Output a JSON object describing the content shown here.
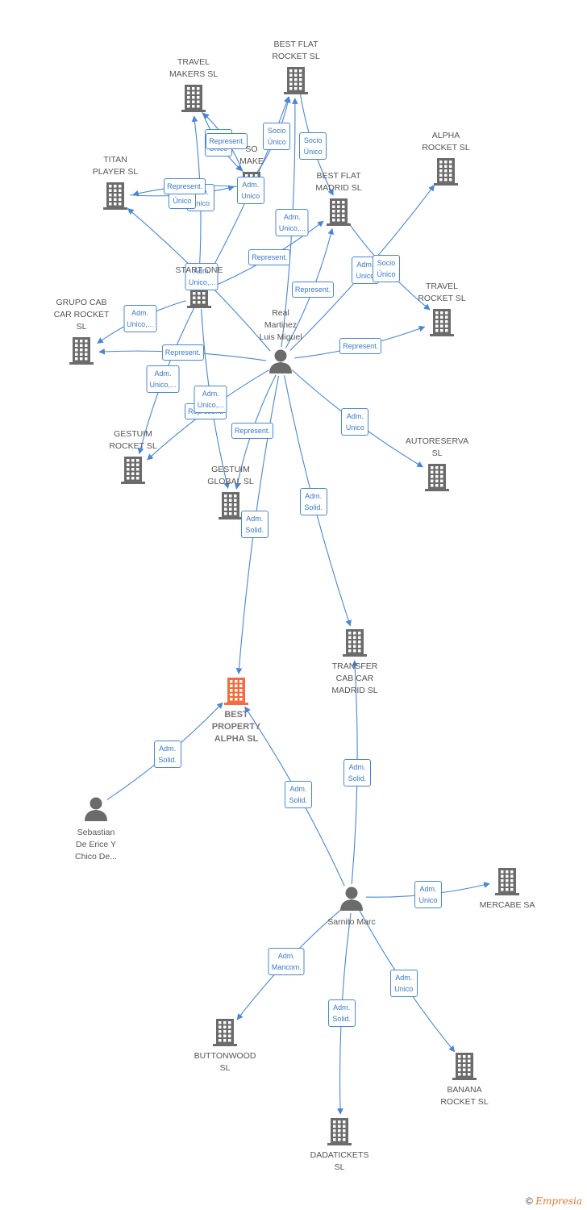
{
  "diagram": {
    "nodes": [
      {
        "id": "travel_makers",
        "type": "company",
        "label": "TRAVEL\nMAKERS SL"
      },
      {
        "id": "best_flat_rocket",
        "type": "company",
        "label": "BEST FLAT\nROCKET  SL"
      },
      {
        "id": "alpha_rocket",
        "type": "company",
        "label": "ALPHA\nROCKET  SL"
      },
      {
        "id": "titan_player",
        "type": "company",
        "label": "TITAN\nPLAYER  SL"
      },
      {
        "id": "so_make",
        "type": "company",
        "label": "SO\nMAKE"
      },
      {
        "id": "best_flat_madrid",
        "type": "company",
        "label": "BEST FLAT\nMADRID  SL"
      },
      {
        "id": "start_one",
        "type": "company",
        "label": "START ONE"
      },
      {
        "id": "travel_rocket",
        "type": "company",
        "label": "TRAVEL\nROCKET  SL"
      },
      {
        "id": "grupo_cab",
        "type": "company",
        "label": "GRUPO CAB\nCAR ROCKET\nSL"
      },
      {
        "id": "real_martinez",
        "type": "person",
        "label": "Real\nMartinez\nLuis Miguel"
      },
      {
        "id": "autoreserva",
        "type": "company",
        "label": "AUTORESERVA\nSL"
      },
      {
        "id": "gestuim_rocket",
        "type": "company",
        "label": "GESTUIM\nROCKET  SL"
      },
      {
        "id": "gestuim_global",
        "type": "company",
        "label": "GESTUIM\nGLOBAL  SL"
      },
      {
        "id": "transfer_cab",
        "type": "company",
        "label": "TRANSFER\nCAB CAR\nMADRID  SL"
      },
      {
        "id": "best_property",
        "type": "company",
        "label": "BEST\nPROPERTY\nALPHA  SL",
        "focus": true
      },
      {
        "id": "sebastian",
        "type": "person",
        "label": "Sebastian\nDe Erice Y\nChico De..."
      },
      {
        "id": "sarnito",
        "type": "person",
        "label": "Sarnito Marc"
      },
      {
        "id": "mercabe",
        "type": "company",
        "label": "MERCABE SA"
      },
      {
        "id": "buttonwood",
        "type": "company",
        "label": "BUTTONWOOD\nSL"
      },
      {
        "id": "banana_rocket",
        "type": "company",
        "label": "BANANA\nROCKET  SL"
      },
      {
        "id": "dadatickets",
        "type": "company",
        "label": "DADATICKETS\nSL"
      }
    ],
    "edges": [
      {
        "from": "real_martinez",
        "to": "best_property",
        "label": "Adm.\nSolid."
      },
      {
        "from": "real_martinez",
        "to": "transfer_cab",
        "label": "Adm.\nSolid."
      },
      {
        "from": "real_martinez",
        "to": "autoreserva",
        "label": "Adm.\nUnico"
      },
      {
        "from": "real_martinez",
        "to": "travel_rocket",
        "label": "Represent."
      },
      {
        "from": "real_martinez",
        "to": "gestuim_global",
        "label": "Represent."
      },
      {
        "from": "real_martinez",
        "to": "gestuim_rocket",
        "label": "Represent."
      },
      {
        "from": "real_martinez",
        "to": "grupo_cab",
        "label": "Represent."
      },
      {
        "from": "real_martinez",
        "to": "best_flat_madrid",
        "label": "Represent."
      },
      {
        "from": "real_martinez",
        "to": "alpha_rocket",
        "label": "Adm.\nUnico"
      },
      {
        "from": "real_martinez",
        "to": "best_flat_rocket",
        "label": "Adm.\nUnico,..."
      },
      {
        "from": "real_martinez",
        "to": "titan_player",
        "label": "Adm.\nUnico,..."
      },
      {
        "from": "start_one",
        "to": "grupo_cab",
        "label": "Adm.\nUnico,..."
      },
      {
        "from": "start_one",
        "to": "gestuim_rocket",
        "label": "Adm.\nUnico,..."
      },
      {
        "from": "start_one",
        "to": "gestuim_global",
        "label": "Adm.\nUnico,..."
      },
      {
        "from": "start_one",
        "to": "best_flat_madrid",
        "label": "Represent."
      },
      {
        "from": "start_one",
        "to": "travel_makers",
        "label": "Adm.\nUnico"
      },
      {
        "from": "start_one",
        "to": "best_flat_rocket",
        "label": "Adm.\nUnico"
      },
      {
        "from": "titan_player",
        "to": "so_make",
        "label": "Socio\nÚnico"
      },
      {
        "from": "travel_makers",
        "to": "so_make",
        "label": "Socio\nÚnico"
      },
      {
        "from": "best_flat_rocket",
        "to": "best_flat_madrid",
        "label": "Socio\nÚnico"
      },
      {
        "from": "so_make",
        "to": "best_flat_rocket",
        "label": "Socio\nÚnico"
      },
      {
        "from": "so_make",
        "to": "titan_player",
        "label": "Represent."
      },
      {
        "from": "so_make",
        "to": "travel_makers",
        "label": "Represent."
      },
      {
        "from": "best_flat_madrid",
        "to": "travel_rocket",
        "label": "Socio\nÚnico"
      },
      {
        "from": "sebastian",
        "to": "best_property",
        "label": "Adm.\nSolid."
      },
      {
        "from": "sarnito",
        "to": "best_property",
        "label": "Adm.\nSolid."
      },
      {
        "from": "sarnito",
        "to": "transfer_cab",
        "label": "Adm.\nSolid."
      },
      {
        "from": "sarnito",
        "to": "mercabe",
        "label": "Adm.\nUnico"
      },
      {
        "from": "sarnito",
        "to": "buttonwood",
        "label": "Adm.\nMancom."
      },
      {
        "from": "sarnito",
        "to": "dadatickets",
        "label": "Adm.\nSolid."
      },
      {
        "from": "sarnito",
        "to": "banana_rocket",
        "label": "Adm.\nUnico"
      }
    ]
  },
  "watermark": {
    "symbol": "©",
    "brand": "Empresia"
  },
  "colors": {
    "edge": "#4a86d6",
    "building": "#6b6b6b",
    "focus": "#f36c3d",
    "person": "#6b6b6b"
  }
}
